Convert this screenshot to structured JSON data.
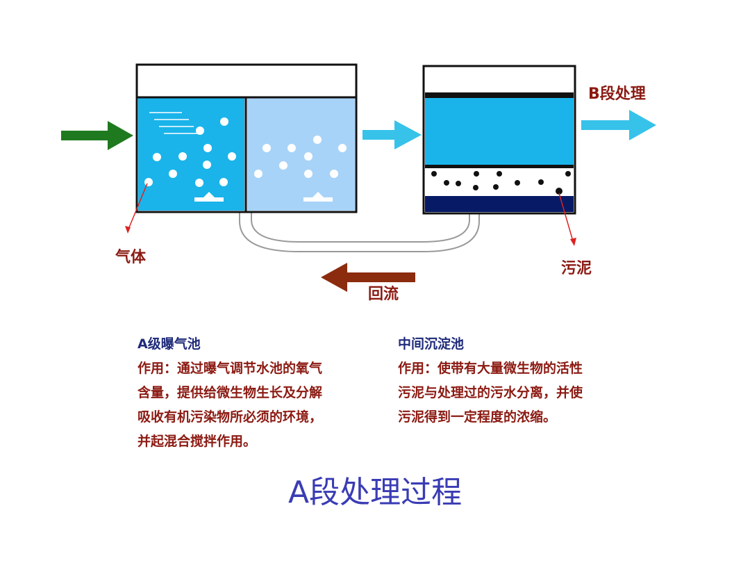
{
  "labels": {
    "b_stage": "B段处理",
    "gas": "气体",
    "return_flow": "回流",
    "sludge": "污泥"
  },
  "aeration_tank": {
    "heading": "A级曝气池",
    "lines": [
      "作用：通过曝气调节水池的氧气",
      "含量，提供给微生物生长及分解",
      "吸收有机污染物所必须的环境，",
      "并起混合搅拌作用。"
    ]
  },
  "settling_tank": {
    "heading": "中间沉淀池",
    "lines": [
      "作用：使带有大量微生物的活性",
      "污泥与处理过的污水分离，并使",
      "污泥得到一定程度的浓缩。"
    ]
  },
  "title": "A段处理过程",
  "colors": {
    "water": "#1ab4ea",
    "water_light": "#a8d3f8",
    "inflow_arrow": "#1f7a1f",
    "flow_arrow": "#37c2ea",
    "return_arrow": "#8b2c0e",
    "sludge_dark": "#071a66",
    "pointer_red": "#dd2222",
    "label_text": "#8b1a12",
    "heading_text": "#1e2a7a",
    "title_text": "#3a3cb4"
  }
}
